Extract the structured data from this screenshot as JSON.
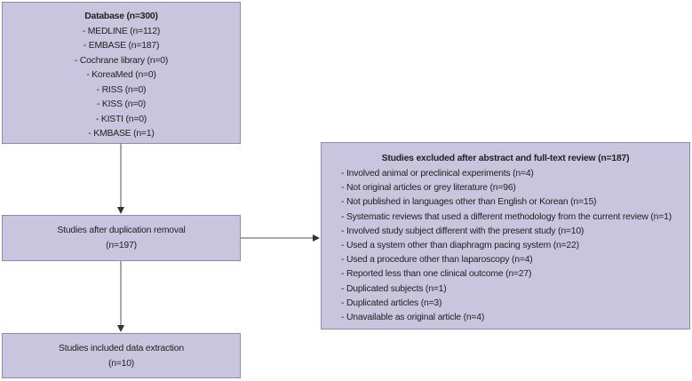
{
  "database": {
    "title": "Database (n=300)",
    "items": [
      "- MEDLINE (n=112)",
      "- EMBASE (n=187)",
      "- Cochrane library (n=0)",
      "- KoreaMed (n=0)",
      "- RISS (n=0)",
      "- KISS (n=0)",
      "- KISTI (n=0)",
      "- KMBASE (n=1)"
    ]
  },
  "duplication_removal": {
    "label": "Studies after duplication removal",
    "count": "(n=197)"
  },
  "included": {
    "label": "Studies included data extraction",
    "count": "(n=10)"
  },
  "excluded": {
    "title": "Studies excluded after abstract and full-text review (n=187)",
    "items": [
      "- Involved animal or preclinical experiments (n=4)",
      "- Not original articles or grey literature (n=96)",
      "- Not published in languages other than English or Korean (n=15)",
      "- Systematic reviews that used a different methodology from the current review (n=1)",
      "- Involved study subject different with the present study (n=10)",
      "- Used a system other than diaphragm pacing system (n=22)",
      "- Used a procedure other than laparoscopy (n=4)",
      "- Reported less than one clinical outcome (n=27)",
      "- Duplicated subjects (n=1)",
      "- Duplicated articles (n=3)",
      "- Unavailable as original article (n=4)"
    ]
  },
  "colors": {
    "box_fill": "#c9c5de",
    "box_border": "#8f88b6",
    "arrow": "#333333"
  }
}
